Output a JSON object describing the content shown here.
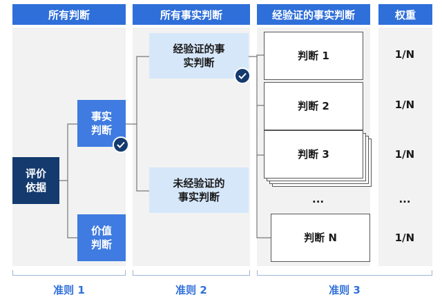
{
  "headers": {
    "col1": "所有判断",
    "col2": "所有事实判断",
    "col3": "经验证的事实判断",
    "col4": "权重"
  },
  "nodes": {
    "root": "评价依据",
    "fact": "事实判断",
    "value": "价值判断",
    "verified": "经验证的事实判断",
    "unverified": "未经验证的事实判断"
  },
  "judgments": [
    {
      "label": "判断 1",
      "weight": "1/N"
    },
    {
      "label": "判断 2",
      "weight": "1/N"
    },
    {
      "label": "判断 3",
      "weight": "1/N"
    },
    {
      "label": "...",
      "weight": "..."
    },
    {
      "label": "判断 N",
      "weight": "1/N"
    }
  ],
  "footer": {
    "criterion1": "准则 1",
    "criterion2": "准则 2",
    "criterion3": "准则 3"
  }
}
